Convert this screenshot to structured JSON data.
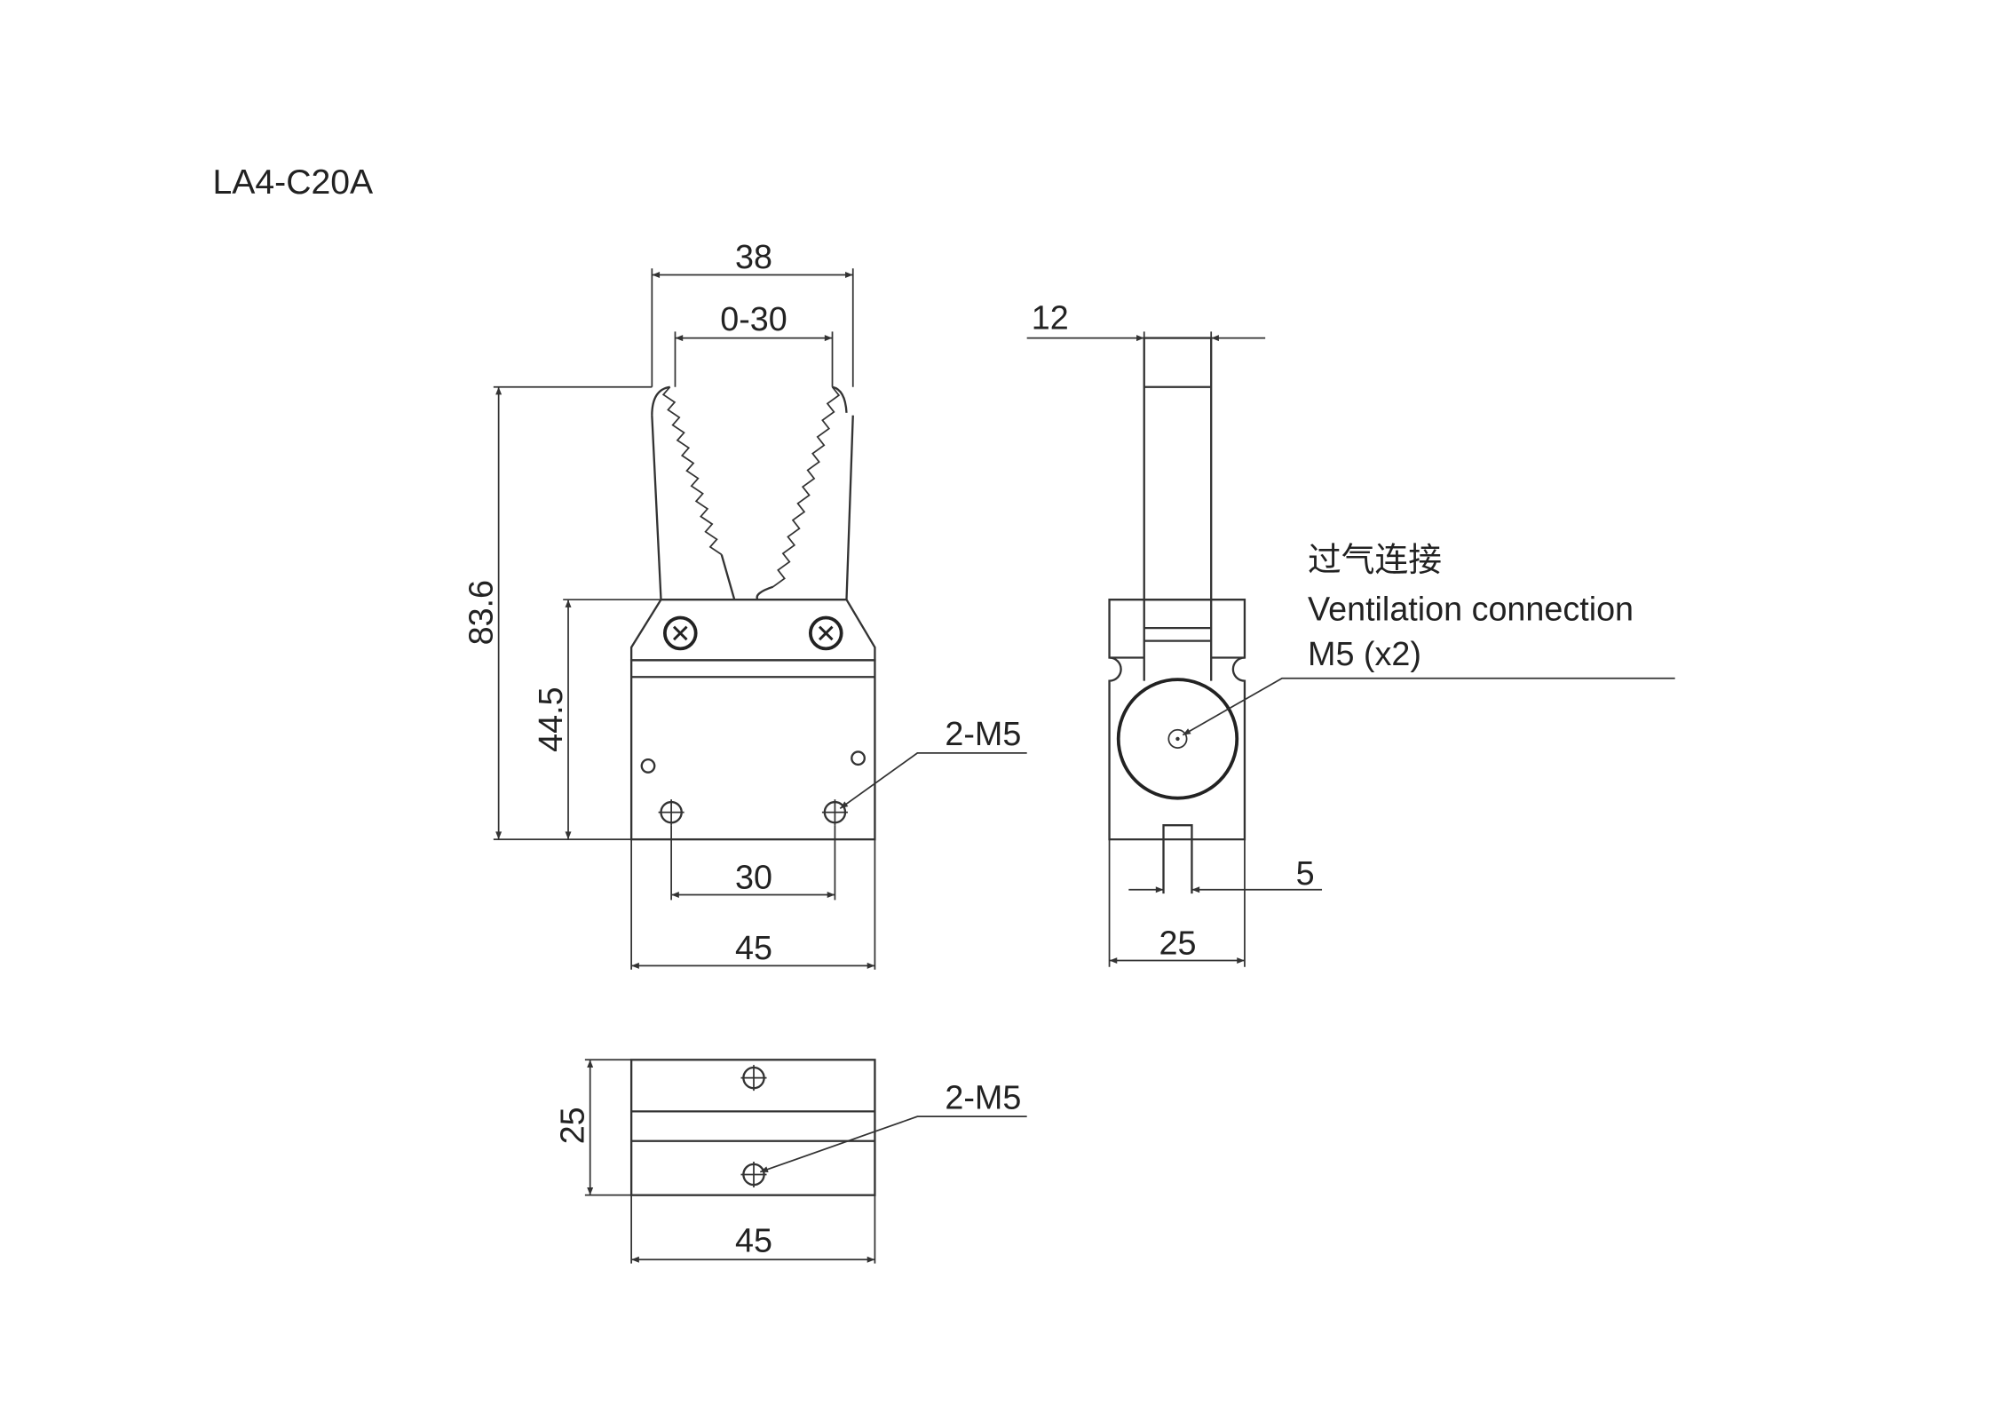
{
  "title": "LA4-C20A",
  "front_view": {
    "width_top": "38",
    "stroke": "0-30",
    "height_total": "83.6",
    "height_body": "44.5",
    "hole_label": "2-M5",
    "hole_spacing": "30",
    "width_body": "45"
  },
  "side_view": {
    "finger_width": "12",
    "slot_width": "5",
    "body_width": "25",
    "callout_cn": "过气连接",
    "callout_en": "Ventilation connection",
    "callout_thread": "M5 (x2)"
  },
  "bottom_view": {
    "depth": "25",
    "width": "45",
    "hole_label": "2-M5"
  },
  "colors": {
    "line": "#333333",
    "background": "#ffffff"
  }
}
